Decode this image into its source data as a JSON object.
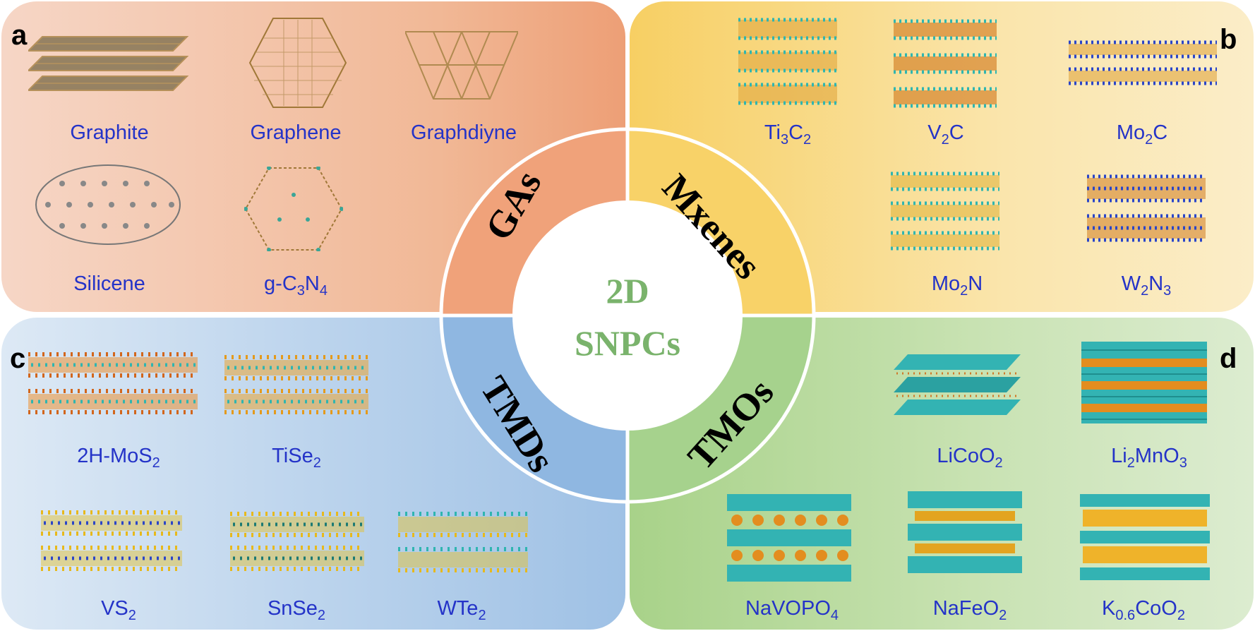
{
  "center": {
    "line1": "2D",
    "line2": "SNPCs"
  },
  "ring": {
    "top_left": "GAs",
    "top_right": "Mxenes",
    "bottom_left": "TMDs",
    "bottom_right": "TMOs"
  },
  "panels": {
    "a": {
      "letter": "a",
      "items": [
        "Graphite",
        "Graphene",
        "Graphdiyne",
        "Silicene",
        "g-C3N4"
      ]
    },
    "b": {
      "letter": "b",
      "items": [
        "Ti3C2",
        "V2C",
        "Mo2C",
        "Mo2N",
        "W2N3"
      ]
    },
    "c": {
      "letter": "c",
      "items": [
        "2H-MoS2",
        "TiSe2",
        "VS2",
        "SnSe2",
        "WTe2"
      ]
    },
    "d": {
      "letter": "d",
      "items": [
        "LiCoO2",
        "Li2MnO3",
        "NaVOPO4",
        "NaFeO2",
        "K0.6CoO2"
      ]
    }
  },
  "colors": {
    "panel_a": "#f1b896",
    "panel_b": "#f9dc86",
    "panel_c": "#b9d2ec",
    "panel_d": "#c8e2b2",
    "ring_a": "#f0a27a",
    "ring_b": "#f8d268",
    "ring_c": "#8fb7e1",
    "ring_d": "#a6d28d",
    "caption": "#2433c8",
    "center_text": "#7ab36c"
  }
}
